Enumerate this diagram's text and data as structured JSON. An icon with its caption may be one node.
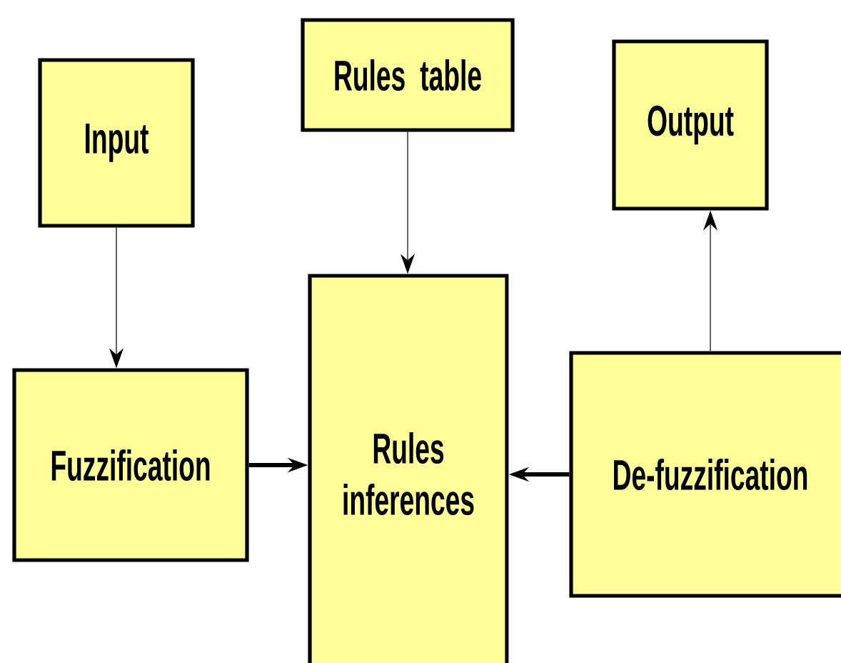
{
  "diagram": {
    "nodes": [
      {
        "text": [
          "Input"
        ]
      },
      {
        "text": [
          "Rules table"
        ]
      },
      {
        "text": [
          "Output"
        ]
      },
      {
        "text": [
          "Fuzzification"
        ]
      },
      {
        "text": [
          "Rules inferences"
        ]
      },
      {
        "text": [
          "De-fuzzification"
        ]
      }
    ],
    "edges": [
      {
        "from": 0,
        "to": 3,
        "arrow": "to"
      },
      {
        "from": 1,
        "to": 4,
        "arrow": "to"
      },
      {
        "from": 3,
        "to": 4,
        "arrow": "to",
        "style": "thick"
      },
      {
        "from": 5,
        "to": 4,
        "arrow": "to",
        "style": "thick"
      },
      {
        "from": 5,
        "to": 2,
        "arrow": "to"
      }
    ]
  }
}
